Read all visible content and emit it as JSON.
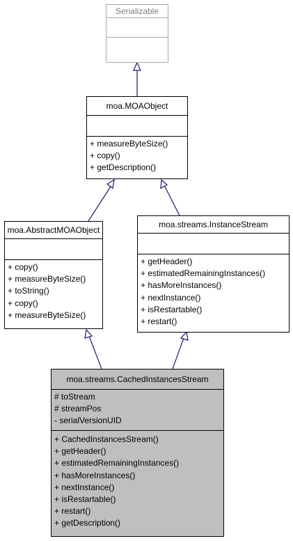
{
  "classes": {
    "serializable": {
      "name": "Serializable",
      "attributes": [],
      "methods": []
    },
    "moaobject": {
      "name": "moa.MOAObject",
      "attributes": [],
      "methods": [
        "+ measureByteSize()",
        "+ copy()",
        "+ getDescription()"
      ]
    },
    "abstractmoaobject": {
      "name": "moa.AbstractMOAObject",
      "attributes": [],
      "methods": [
        "+ copy()",
        "+ measureByteSize()",
        "+ toString()",
        "+ copy()",
        "+ measureByteSize()"
      ]
    },
    "instancestream": {
      "name": "moa.streams.InstanceStream",
      "attributes": [],
      "methods": [
        "+ getHeader()",
        "+ estimatedRemainingInstances()",
        "+ hasMoreInstances()",
        "+ nextInstance()",
        "+ isRestartable()",
        "+ restart()"
      ]
    },
    "cachedinstancesstream": {
      "name": "moa.streams.CachedInstancesStream",
      "attributes": [
        "# toStream",
        "# streamPos",
        "- serialVersionUID"
      ],
      "methods": [
        "+ CachedInstancesStream()",
        "+ getHeader()",
        "+ estimatedRemainingInstances()",
        "+ hasMoreInstances()",
        "+ nextInstance()",
        "+ isRestartable()",
        "+ restart()",
        "+ getDescription()"
      ]
    }
  },
  "colors": {
    "edge": "#191970",
    "focus_fill": "#bfbfbf",
    "interface_border": "#a6a6a6"
  }
}
